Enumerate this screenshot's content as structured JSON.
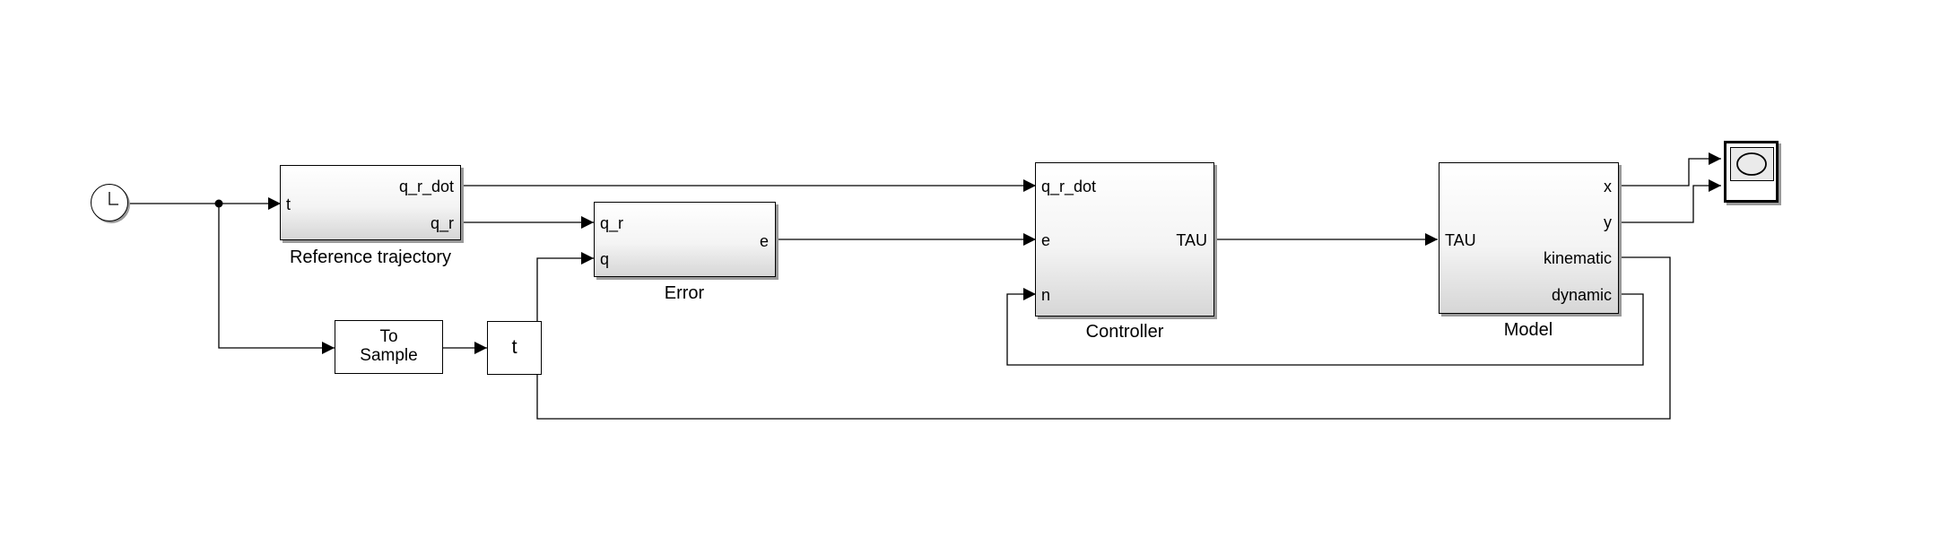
{
  "blocks": {
    "reference": {
      "caption": "Reference trajectory",
      "inputs": [
        "t"
      ],
      "outputs": [
        "q_r_dot",
        "q_r"
      ]
    },
    "error": {
      "caption": "Error",
      "inputs": [
        "q_r",
        "q"
      ],
      "outputs": [
        "e"
      ]
    },
    "to_sample": {
      "label_line1": "To",
      "label_line2": "Sample"
    },
    "goto_t": {
      "label": "t"
    },
    "controller": {
      "caption": "Controller",
      "inputs": [
        "q_r_dot",
        "e",
        "n"
      ],
      "outputs": [
        "TAU"
      ]
    },
    "model": {
      "caption": "Model",
      "inputs": [
        "TAU"
      ],
      "outputs": [
        "x",
        "y",
        "kinematic",
        "dynamic"
      ]
    },
    "clock": {
      "icon": "clock-icon"
    },
    "scope": {
      "icon": "scope-icon"
    }
  }
}
